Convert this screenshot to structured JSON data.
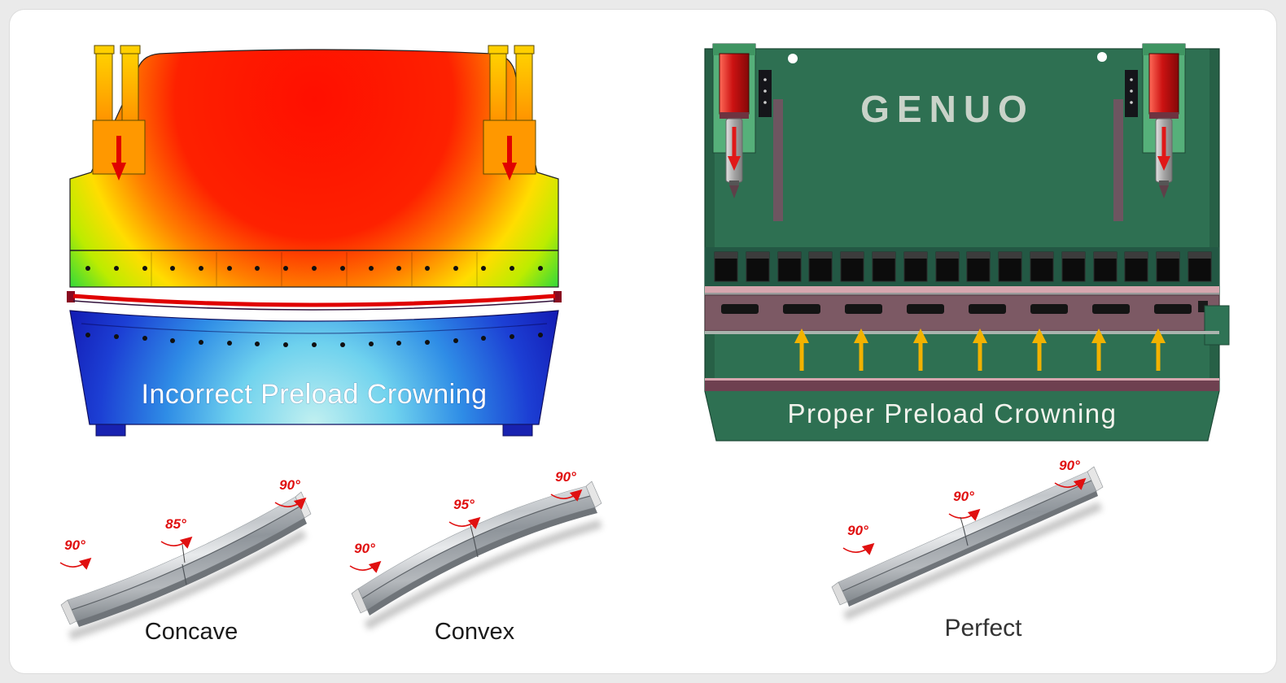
{
  "illustration": {
    "incorrect": {
      "caption": "Incorrect Preload Crowning"
    },
    "proper": {
      "brand": "GENUO",
      "caption": "Proper Preload Crowning"
    }
  },
  "samples": {
    "concave": {
      "label": "Concave",
      "angle_left": "90°",
      "angle_mid": "85°",
      "angle_right": "90°"
    },
    "convex": {
      "label": "Convex",
      "angle_left": "90°",
      "angle_mid": "95°",
      "angle_right": "90°"
    },
    "perfect": {
      "label": "Perfect",
      "angle_left": "90°",
      "angle_mid": "90°",
      "angle_right": "90°"
    }
  },
  "colors": {
    "annotation_red": "#e01010",
    "machine_green": "#2e7052",
    "fea_hot_red": "#ff1400",
    "fea_cold_blue": "#131bb4",
    "arrow_yellow": "#f2b200"
  }
}
